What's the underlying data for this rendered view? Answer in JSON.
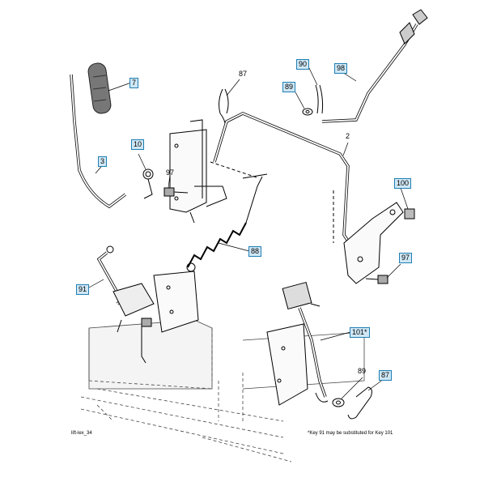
{
  "callouts": {
    "c7": "7",
    "c87_top": "87",
    "c90": "90",
    "c98": "98",
    "c89_top": "89",
    "c2": "2",
    "c10": "10",
    "c3": "3",
    "c97_left": "97",
    "c100": "100",
    "c88": "88",
    "c97_right": "97",
    "c91": "91",
    "c101": "101*",
    "c89_bottom": "89",
    "c87_bottom": "87"
  },
  "footer": {
    "figure_id": "lift-lex_34",
    "note": "*Key 91 may be substituted for Key 101"
  },
  "colors": {
    "label_fill": "#cfe7f5",
    "label_border": "#1f7fb4",
    "line": "#000000"
  }
}
